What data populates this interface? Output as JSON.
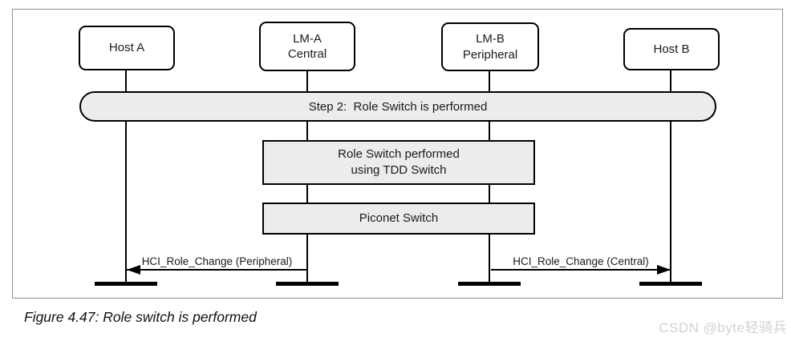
{
  "diagram": {
    "actors": [
      {
        "id": "host-a",
        "lines": {
          "0": "Host A"
        }
      },
      {
        "id": "lm-a-central",
        "lines": {
          "0": "LM-A",
          "1": "Central"
        }
      },
      {
        "id": "lm-b-peripheral",
        "lines": {
          "0": "LM-B",
          "1": "Peripheral"
        }
      },
      {
        "id": "host-b",
        "lines": {
          "0": "Host B"
        }
      }
    ],
    "step_banner": "Step 2:  Role Switch is performed",
    "process_boxes": [
      {
        "lines": {
          "0": "Role Switch performed",
          "1": "using TDD Switch"
        }
      },
      {
        "lines": {
          "0": "Piconet Switch"
        }
      }
    ],
    "messages": [
      {
        "label": "HCI_Role_Change (Peripheral)",
        "direction": "left",
        "from": "LM-A",
        "to": "Host A"
      },
      {
        "label": "HCI_Role_Change (Central)",
        "direction": "right",
        "from": "LM-B",
        "to": "Host B"
      }
    ]
  },
  "caption": "Figure 4.47: Role switch is performed",
  "watermark": "CSDN @byte轻骑兵",
  "colors": {
    "box_fill_gray": "#ececec",
    "line_black": "#000000",
    "frame_border": "#919191",
    "watermark_gray": "#d2d2d2"
  }
}
